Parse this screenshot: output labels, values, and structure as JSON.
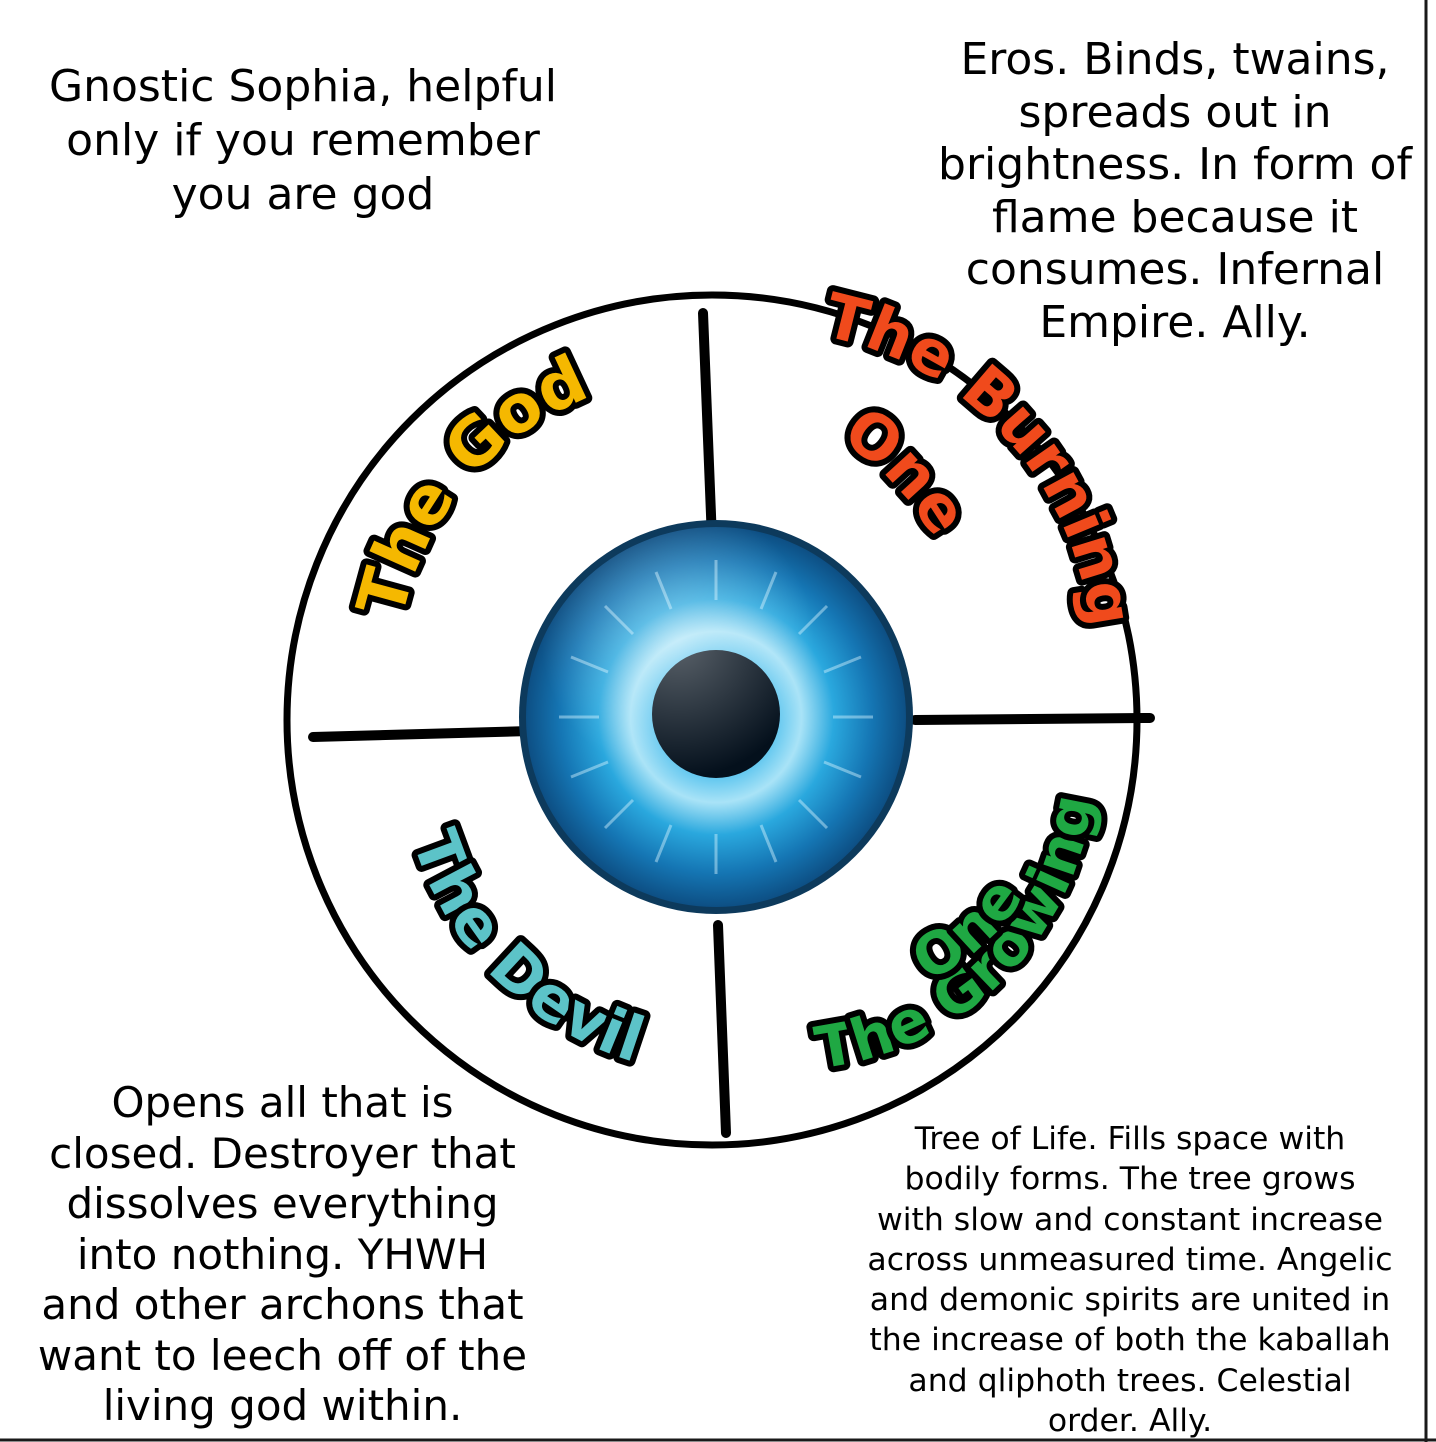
{
  "notes": {
    "top_left": "Gnostic Sophia, helpful\nonly if you remember\nyou are god",
    "top_right": "Eros.  Binds, twains,\nspreads out in\nbrightness. In form of\nflame because it\nconsumes.  Infernal\nEmpire.  Ally.",
    "bottom_left": "Opens all that is\nclosed.  Destroyer that\ndissolves everything\ninto nothing.  YHWH\nand other archons that\nwant to leech off of the\nliving god within.",
    "bottom_right": "Tree of Life.  Fills space with\nbodily forms.  The tree grows\nwith slow and constant increase\nacross unmeasured time.  Angelic\nand demonic spirits are united in\nthe increase of both the kaballah\nand qliphoth trees.  Celestial\norder.  Ally."
  },
  "quadrants": {
    "god": {
      "label": "The God",
      "color": "#f5b800"
    },
    "burning": {
      "line1": "The Burning",
      "line2": "One",
      "color": "#f04a1c"
    },
    "growing": {
      "line1": "The Growing",
      "line2": "One",
      "color": "#1fa843"
    },
    "devil": {
      "label": "The Devil",
      "color": "#5cc3c8"
    }
  },
  "center": {
    "icon": "blue-eye-icon",
    "iris_color": "#1e9fd4"
  }
}
